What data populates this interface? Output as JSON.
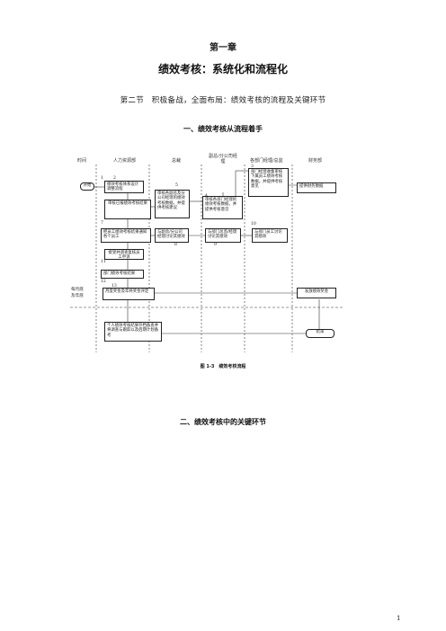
{
  "doc": {
    "chapter": "第一章",
    "subtitle": "绩效考核：系统化和流程化",
    "section": "第二节　积极备战，全面布局：绩效考核的流程及关键环节",
    "heading1": "一、绩效考核从流程着手",
    "caption": "图 1-3　绩效考核流程",
    "heading2": "二、绩效考核中的关键环节",
    "page_number": "1"
  },
  "flow": {
    "columns": [
      "时间",
      "人力资源部",
      "总裁",
      "副总/分公司经理",
      "各部门经理/总监",
      "财务部"
    ],
    "side_labels": [
      "每月底",
      "及年底"
    ],
    "start": "开始",
    "end": "结束",
    "steps": {
      "s1": "绩效考核体系设计调整流程",
      "s2": "审核已报绩效考核结果",
      "s3": "部门经理收集审核下属员工绩效考核数据，并提供考核意见",
      "s4": "审核各副总及分公司经理的绩效考核数据，并提供考核建议",
      "s5": "审核各部门经理的绩效考核数据，并提供考核意见",
      "s6": "提供财务数据",
      "s7": "把员工绩效考核结果通知各个员工",
      "s8": "与副总/分公司经理讨论其绩效",
      "s9": "与部门总监/经理讨论其绩效",
      "s10": "与部门员工讨论其绩效",
      "s11": "接受并调查复核员工申诉",
      "s12": "部门绩效考核结果",
      "s13": "月度奖金及年终奖金评定",
      "s14": "发放绩效奖金",
      "s15": "个人绩效考核结果存档备查并将调查与跟踪以及后期计划备考"
    },
    "numbers": [
      "1",
      "2",
      "3",
      "4",
      "5",
      "6",
      "7",
      "8",
      "9",
      "10",
      "11",
      "12",
      "13"
    ]
  }
}
